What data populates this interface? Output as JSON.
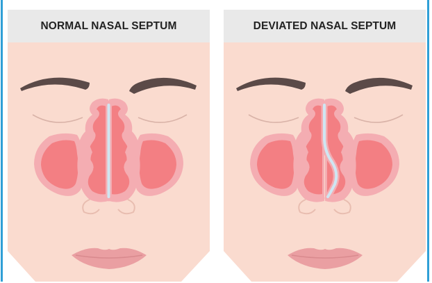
{
  "colors": {
    "border": "#2f9fd6",
    "title_bar": "#e9e9e9",
    "skin": "#fadbcf",
    "skin_shadow": "#f2c8b9",
    "sinus_outline": "#f4adb2",
    "sinus_fill": "#f37f83",
    "septum": "#cfe6f2",
    "lips": "#ea9fa2",
    "brow": "#5b4a48"
  },
  "panels": [
    {
      "title": "NORMAL NASAL SEPTUM",
      "septum": "straight"
    },
    {
      "title": "DEVIATED NASAL SEPTUM",
      "septum": "deviated"
    }
  ]
}
